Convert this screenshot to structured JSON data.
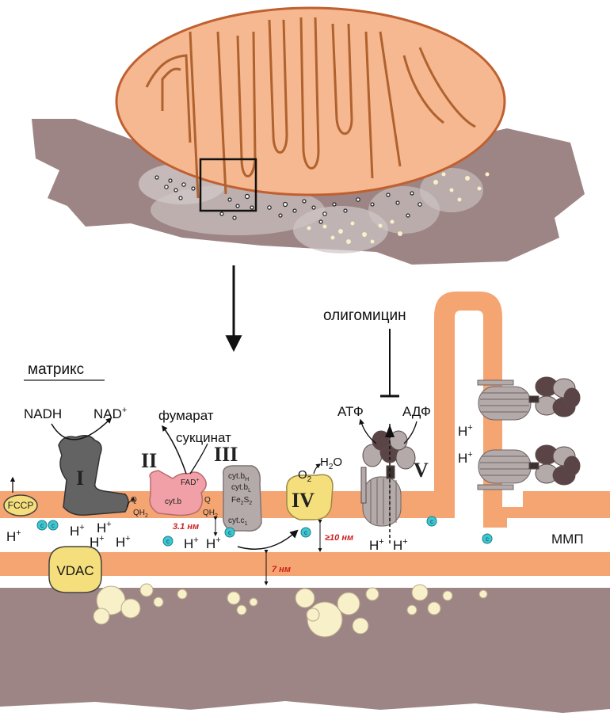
{
  "labels": {
    "matrix": "матрикс",
    "oligomycin": "олигомицин",
    "nadh": "NADH",
    "nad": "NAD",
    "nad_sup": "+",
    "fumarate": "фумарат",
    "succinate": "сукцинат",
    "atp": "АТФ",
    "adp": "АДФ",
    "mmp": "ММП",
    "fccp": "FCCP",
    "vdac": "VDAC",
    "h": "H",
    "h_sup": "+",
    "o2": "O",
    "o2_sub": "2",
    "h2o_h": "H",
    "h2o_sub": "2",
    "h2o_o": "O"
  },
  "complexes": {
    "c1": "I",
    "c2": "II",
    "c3": "III",
    "c4": "IV",
    "c5": "V"
  },
  "small_labels": {
    "q1": "Q",
    "qh2_1": "QH",
    "qh2_1_sub": "2",
    "fad": "FAD",
    "fad_sup": "+",
    "cytb_2": "cyt.b",
    "q2": "Q",
    "qh2_2": "QH",
    "qh2_2_sub": "2",
    "cytbh": "cyt.b",
    "cytbh_sub": "H",
    "cytbl": "cyt.b",
    "cytbl_sub": "L",
    "fes": "Fe",
    "fes_sub1": "2",
    "fes_s": "S",
    "fes_sub2": "2",
    "cytc1": "cyt.c",
    "cytc1_sub": "1",
    "c_mark": "c"
  },
  "distances": {
    "d1": "3.1 нм",
    "d2": "≥10 нм",
    "d3": "7 нм"
  },
  "colors": {
    "membrane": "#f5a572",
    "mito_fill": "#f5b890",
    "cytoplasm": "#9e8585",
    "complex1": "#636363",
    "complex2": "#f0a0a6",
    "complex3": "#b5aaaa",
    "complex4": "#f5df7c",
    "cyt_c": "#3ec7d3",
    "vdac": "#f5df7c",
    "distance_text": "#cc2020"
  }
}
